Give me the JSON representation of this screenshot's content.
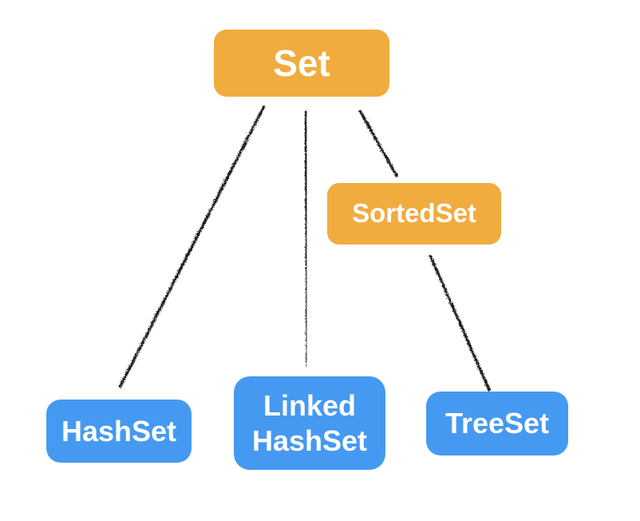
{
  "canvas": {
    "background": "#ffffff"
  },
  "palette": {
    "interface_fill": "#F0AC3E",
    "class_fill": "#4699F1",
    "label_text": "#ffffff",
    "edge_stroke": "#1a1a1a"
  },
  "nodes": {
    "set": {
      "label": "Set",
      "fill": "#F0AC3E"
    },
    "sortedset": {
      "label": "SortedSet",
      "fill": "#F0AC3E"
    },
    "hashset": {
      "label": "HashSet",
      "fill": "#4699F1"
    },
    "linkedhashset": {
      "label": "Linked HashSet",
      "line1": "Linked",
      "line2": "HashSet",
      "fill": "#4699F1"
    },
    "treeset": {
      "label": "TreeSet",
      "fill": "#4699F1"
    }
  },
  "edges": [
    {
      "from": "Set",
      "to": "HashSet"
    },
    {
      "from": "Set",
      "to": "Linked HashSet"
    },
    {
      "from": "Set",
      "to": "SortedSet"
    },
    {
      "from": "SortedSet",
      "to": "TreeSet"
    }
  ]
}
